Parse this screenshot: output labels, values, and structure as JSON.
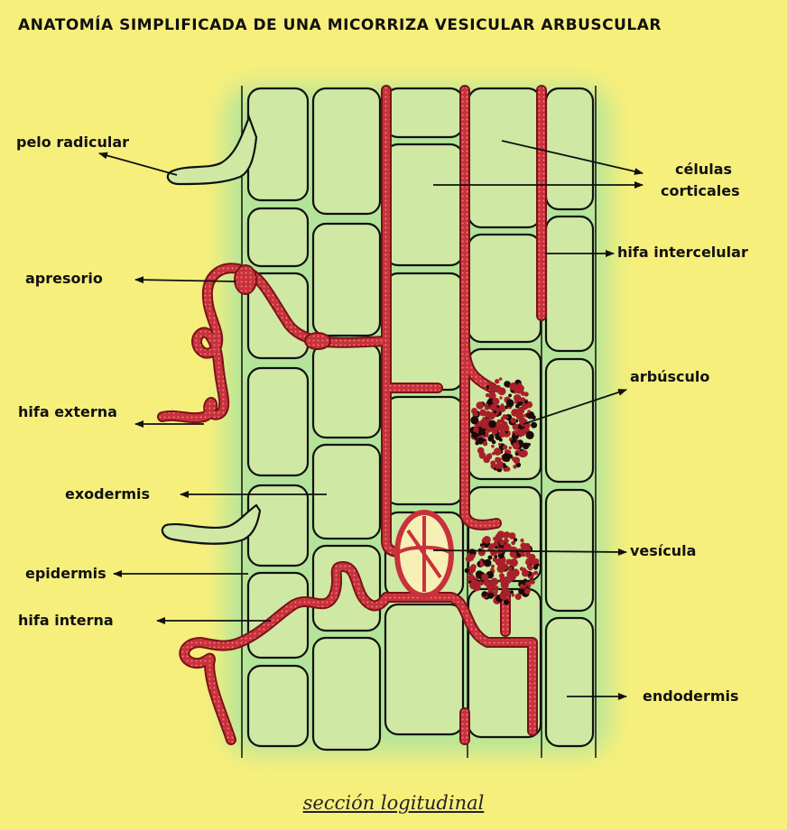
{
  "title": "ANATOMÍA SIMPLIFICADA DE UNA MICORRIZA VESICULAR ARBUSCULAR",
  "caption": "sección logitudinal",
  "labels": {
    "pelo_radicular": "pelo radicular",
    "apresorio": "apresorio",
    "hifa_externa": "hifa externa",
    "exodermis": "exodermis",
    "epidermis": "epidermis",
    "hifa_interna": "hifa interna",
    "celulas": "células",
    "corticales": "corticales",
    "hifa_intercelular": "hifa intercelular",
    "arbusculo": "arbúsculo",
    "vesicula": "vesícula",
    "endodermis": "endodermis"
  },
  "colors": {
    "background": "#f7ef7c",
    "cell_fill": "#cfe9a5",
    "tissue_glow": "#a8e3a0",
    "cell_outline": "#111111",
    "hypha": "#c8323a",
    "hypha_dark": "#7a1218"
  }
}
